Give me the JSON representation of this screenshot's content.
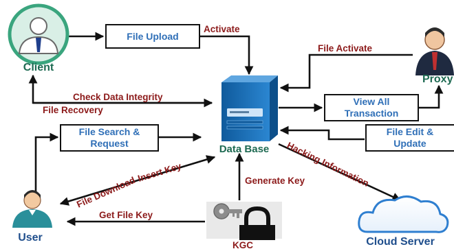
{
  "nodes": {
    "client": "Client",
    "proxy": "Proxy",
    "user": "User",
    "kgc": "KGC",
    "cloud_server": "Cloud Server",
    "database": "Data Base"
  },
  "boxes": {
    "file_upload": "File Upload",
    "view_all_transaction": [
      "View All",
      "Transaction"
    ],
    "file_search_request": [
      "File Search &",
      "Request"
    ],
    "file_edit_update": [
      "File Edit &",
      "Update"
    ]
  },
  "edges": {
    "activate": "Activate",
    "file_activate": "File Activate",
    "check_data_integrity": "Check Data Integrity",
    "file_recovery": "File Recovery",
    "insert_key": "Insert Key",
    "file_download": "File Download",
    "generate_key": "Generate Key",
    "get_file_key": "Get File Key",
    "hacking_information": "Hacking Information"
  },
  "colors": {
    "arrow": "#111111",
    "edge_text": "#8c1a1a",
    "box_text": "#2f6fb7",
    "actor_text": "#1e6a52",
    "db_blue": "#1a6db3"
  }
}
